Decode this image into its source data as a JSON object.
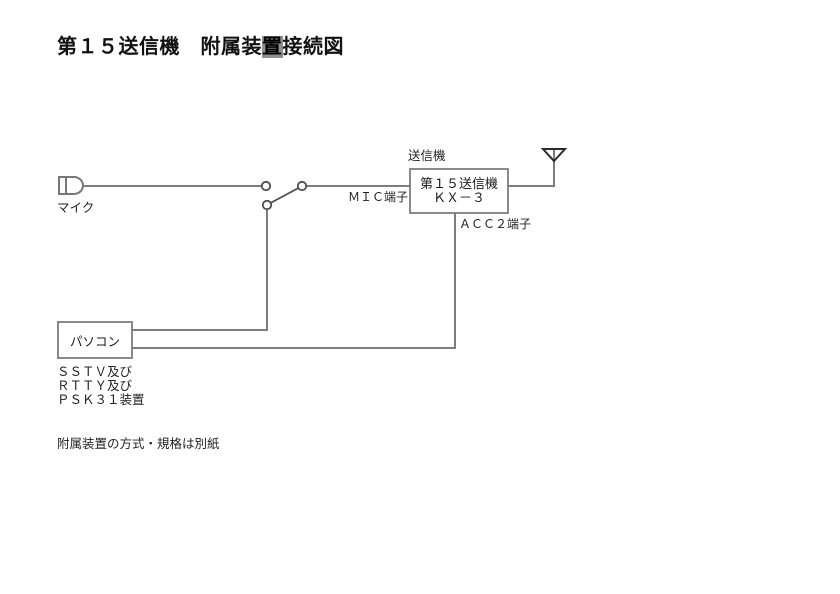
{
  "title": {
    "part1": "第１５送信機　附属装",
    "highlighted_char": "置",
    "part2": "接続図"
  },
  "diagram": {
    "mic_label": "マイク",
    "transmitter_caption": "送信機",
    "transmitter_box": {
      "line1": "第１５送信機",
      "line2": "ＫＸ－３"
    },
    "mic_terminal_label": "ＭＩＣ端子",
    "acc2_terminal_label": "ＡＣＣ２端子",
    "pc_box_label": "パソコン",
    "pc_devices": {
      "line1": "ＳＳＴＶ及び",
      "line2": "ＲＴＴＹ及び",
      "line3": "ＰＳＫ３１装置"
    }
  },
  "footnote": "附属装置の方式・規格は別紙",
  "colors": {
    "wire": "#7d7d7d",
    "text": "#1a1a1a",
    "antenna": "#2b2b2b",
    "title_highlight_bg": "#8f8f8f"
  }
}
